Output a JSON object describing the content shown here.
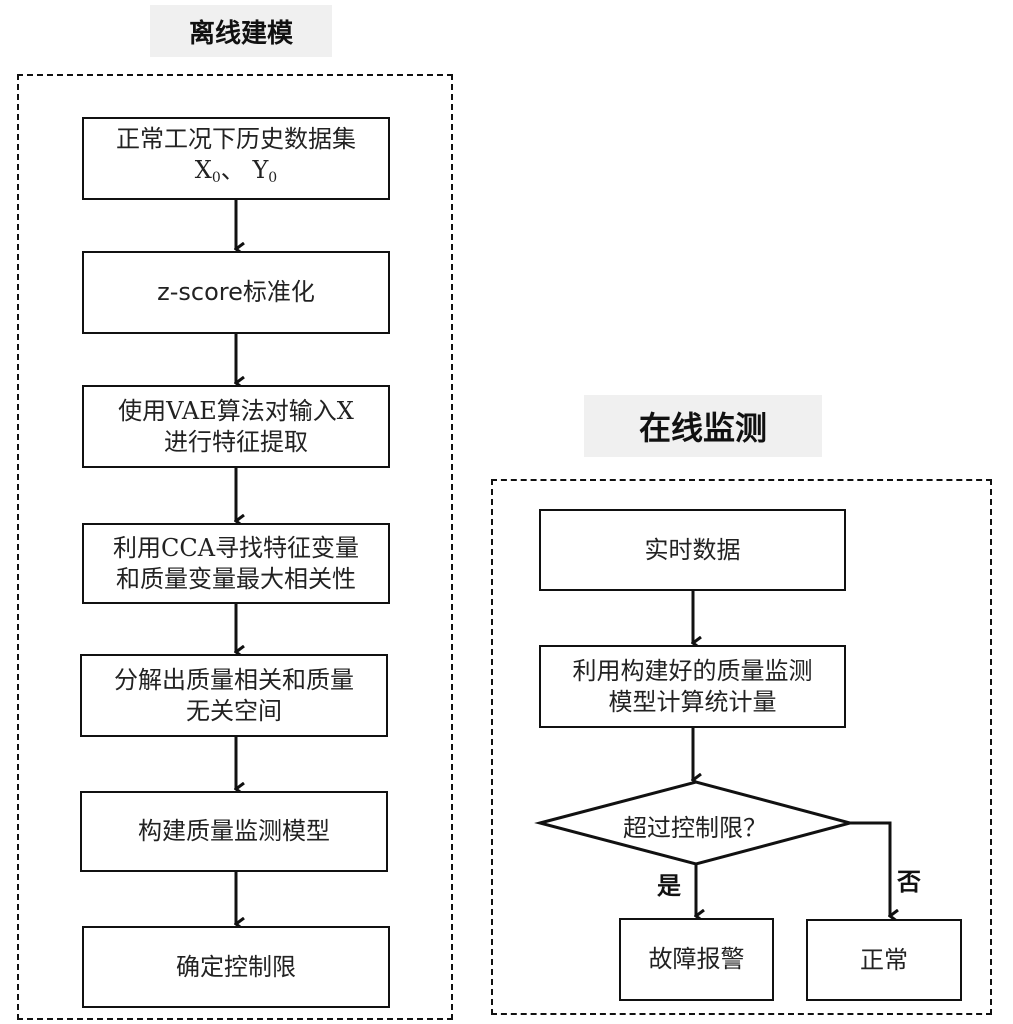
{
  "offline": {
    "title": "离线建模",
    "steps": [
      {
        "line1": "正常工况下历史数据集",
        "line2_x": "X",
        "line2_sep": "、",
        "line2_y": "Y",
        "sub": "0"
      },
      {
        "line1": "z-score标准化"
      },
      {
        "line1": "使用VAE算法对输入X",
        "line2": "进行特征提取"
      },
      {
        "line1": "利用CCA寻找特征变量",
        "line2": "和质量变量最大相关性"
      },
      {
        "line1": "分解出质量相关和质量",
        "line2": "无关空间"
      },
      {
        "line1": "构建质量监测模型"
      },
      {
        "line1": "确定控制限"
      }
    ]
  },
  "online": {
    "title": "在线监测",
    "steps": [
      {
        "line1": "实时数据"
      },
      {
        "line1": "利用构建好的质量监测",
        "line2": "模型计算统计量"
      }
    ],
    "decision": "超过控制限？",
    "yes_label": "是",
    "no_label": "否",
    "yes_result": "故障报警",
    "no_result": "正常"
  }
}
